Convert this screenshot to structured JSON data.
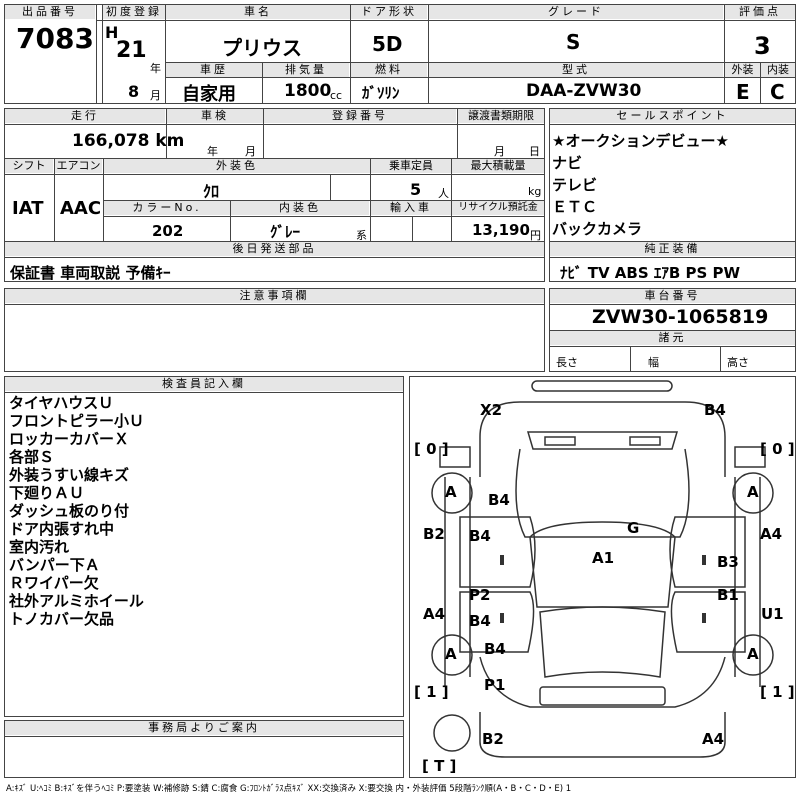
{
  "header": {
    "lot_label": "出品番号",
    "lot_no": "7083",
    "first_reg_label": "初度登録",
    "era": "H",
    "year": "21",
    "year_unit": "年",
    "month": "8",
    "month_unit": "月",
    "name_label": "車名",
    "name": "プリウス",
    "door_label": "ドア形状",
    "door": "5D",
    "grade_label": "グレード",
    "grade": "S",
    "score_label": "評価点",
    "score": "3",
    "history_label": "車歴",
    "history": "自家用",
    "displacement_label": "排気量",
    "displacement": "1800",
    "displacement_unit": "cc",
    "fuel_label": "燃料",
    "fuel": "ｶﾞｿﾘﾝ",
    "model_label": "型式",
    "model": "DAA-ZVW30",
    "exterior_label": "外装",
    "exterior": "E",
    "interior_label": "内装",
    "interior": "C"
  },
  "row2": {
    "mileage_label": "走行",
    "mileage": "166,078 km",
    "inspection_label": "車検",
    "insp_year_unit": "年",
    "insp_month_unit": "月",
    "regno_label": "登録番号",
    "docs_label": "譲渡書類期限",
    "docs_month": "月",
    "docs_day": "日",
    "shift_label": "シフト",
    "shift": "IAT",
    "ac_label": "エアコン",
    "ac": "AAC",
    "color_label": "外装色",
    "color": "ｸﾛ",
    "capacity_label": "乗車定員",
    "capacity": "5",
    "capacity_unit": "人",
    "load_label": "最大積載量",
    "load_unit": "kg",
    "colorno_label": "カラーNo.",
    "colorno": "202",
    "intcolor_label": "内装色",
    "intcolor": "ｸﾞﾚｰ",
    "intcolor_unit": "系",
    "import_label": "輸入車",
    "recycle_label": "リサイクル預託金",
    "recycle": "13,190",
    "recycle_unit": "円",
    "later_label": "後日発送部品",
    "later": "保証書 車両取説 予備ｷｰ"
  },
  "sales": {
    "label": "セールスポイント",
    "items": [
      "★オークションデビュー★",
      "ナビ",
      "テレビ",
      "ＥＴＣ",
      "バックカメラ"
    ]
  },
  "equipment": {
    "label": "純正装備",
    "value": "ﾅﾋﾞ TV ABS ｴｱB PS PW"
  },
  "notes": {
    "label": "注意事項欄"
  },
  "chassis": {
    "label": "車台番号",
    "value": "ZVW30-1065819",
    "spec_label": "諸元",
    "length": "長さ",
    "width": "幅",
    "height": "高さ"
  },
  "inspector": {
    "label": "検査員記入欄",
    "items": [
      "タイヤハウスＵ",
      "フロントピラー小Ｕ",
      "ロッカーカバーＸ",
      "各部Ｓ",
      "外装うすい線キズ",
      "下廻りＡＵ",
      "ダッシュ板のり付",
      "ドア内張すれ中",
      "室内汚れ",
      "バンパー下Ａ",
      "Ｒワイパー欠",
      "社外アルミホイール",
      "トノカバー欠品"
    ]
  },
  "office": {
    "label": "事務局よりご案内"
  },
  "diagram": {
    "marks": {
      "front_left": "X2",
      "front_right": "B4",
      "tire_fl": "A",
      "tire_fr": "A",
      "tire_rl": "A",
      "tire_rr": "A",
      "hood": "B4",
      "roof": "G",
      "cabin": "A1",
      "pillar_l": "B2",
      "pillar_r": "A4",
      "door_fl": "B4",
      "door_fr": "B3",
      "door_rl_top": "P2",
      "door_rl_bot": "B4",
      "door_rr": "B1",
      "rocker_l": "A4",
      "rocker_r": "U1",
      "qtr_l": "B4",
      "trunk": "P1",
      "rear_left": "B2",
      "rear_right": "A4",
      "spare_l": "0",
      "spare_r": "0",
      "spare_b1": "1",
      "spare_b2": "1",
      "spare_t": "T"
    }
  },
  "legend": "A:ｷｽﾞ U:ﾍｺﾐ B:ｷｽﾞを伴うﾍｺﾐ P:要塗装 W:補修跡 S:錆 C:腐食 G:ﾌﾛﾝﾄｶﾞﾗｽ点ｷｽﾞ XX:交換済み X:要交換 内・外装評価 5段階ﾗﾝｸ順(A・B・C・D・E) 1"
}
